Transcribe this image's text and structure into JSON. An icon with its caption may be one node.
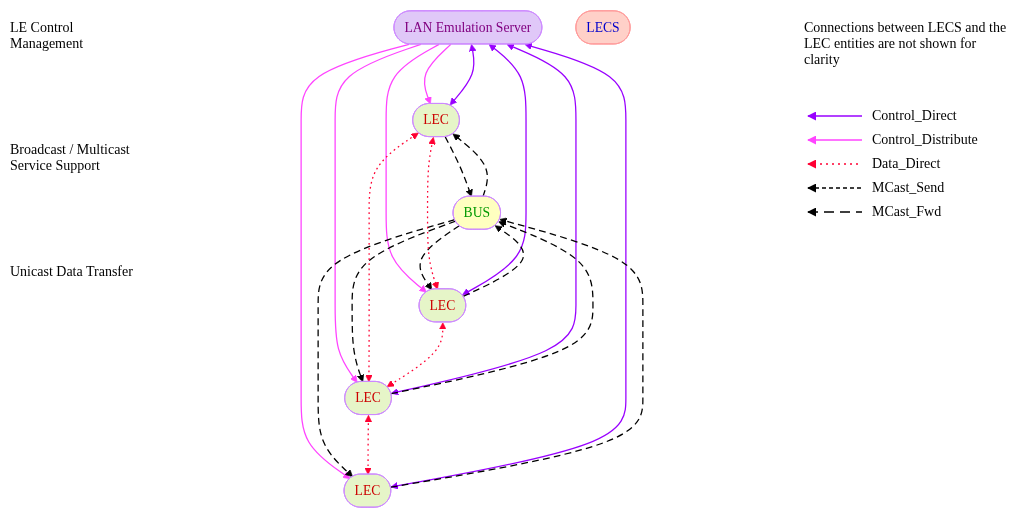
{
  "diagram": {
    "nodes": [
      {
        "text": [
          "LAN Emulation Server"
        ]
      },
      {
        "text": [
          "LECS"
        ]
      },
      {
        "text": [
          "BUS"
        ]
      },
      {
        "text": [
          "LEC"
        ]
      },
      {
        "text": [
          "LEC"
        ]
      },
      {
        "text": [
          "LEC"
        ]
      },
      {
        "text": [
          "LEC"
        ]
      }
    ],
    "edges": [
      {
        "from": 3,
        "to": 0,
        "arrow": "both",
        "color": "#9900ff"
      },
      {
        "from": 0,
        "to": 3,
        "arrow": "to",
        "color": "#ff44ff"
      },
      {
        "from": 0,
        "to": 4,
        "arrow": "to",
        "color": "#ff44ff"
      },
      {
        "from": 4,
        "to": 0,
        "arrow": "both",
        "color": "#9900ff"
      },
      {
        "from": 5,
        "to": 0,
        "arrow": "both",
        "color": "#9900ff"
      },
      {
        "from": 0,
        "to": 5,
        "arrow": "to",
        "color": "#ff44ff"
      },
      {
        "from": 0,
        "to": 6,
        "arrow": "to",
        "color": "#ff44ff"
      },
      {
        "from": 6,
        "to": 0,
        "arrow": "both",
        "color": "#9900ff"
      },
      {
        "from": 3,
        "to": 2,
        "arrow": "to",
        "style": "dashed"
      },
      {
        "from": 2,
        "to": 3,
        "arrow": "to",
        "style": "dashed"
      },
      {
        "from": 4,
        "to": 2,
        "arrow": "to",
        "style": "dashed"
      },
      {
        "from": 2,
        "to": 4,
        "arrow": "to",
        "style": "dashed"
      },
      {
        "from": 5,
        "to": 2,
        "arrow": "to",
        "style": "dashed"
      },
      {
        "from": 2,
        "to": 5,
        "arrow": "to",
        "style": "dashed"
      },
      {
        "from": 6,
        "to": 2,
        "arrow": "to",
        "style": "dashed"
      },
      {
        "from": 2,
        "to": 6,
        "arrow": "to",
        "style": "dashed"
      },
      {
        "from": 3,
        "to": 5,
        "arrow": "both",
        "style": "dashed",
        "color": "#ff0033"
      },
      {
        "from": 3,
        "to": 4,
        "arrow": "both",
        "style": "dashed",
        "color": "#ff0033"
      },
      {
        "from": 4,
        "to": 5,
        "arrow": "both",
        "style": "dashed",
        "color": "#ff0033"
      },
      {
        "from": 5,
        "to": 6,
        "arrow": "both",
        "style": "dashed",
        "color": "#ff0033"
      }
    ],
    "labels": [
      "LE Control Management",
      "Connections between LECS and the LEC entities are not shown for clarity",
      "Broadcast / Multicast Service Support",
      "Unicast Data Transfer"
    ],
    "legend": [
      {
        "text": "Control_Direct"
      },
      {
        "text": "Control_Distribute"
      },
      {
        "text": "Data_Direct"
      },
      {
        "text": "MCast_Send"
      },
      {
        "text": "MCast_Fwd"
      }
    ]
  }
}
